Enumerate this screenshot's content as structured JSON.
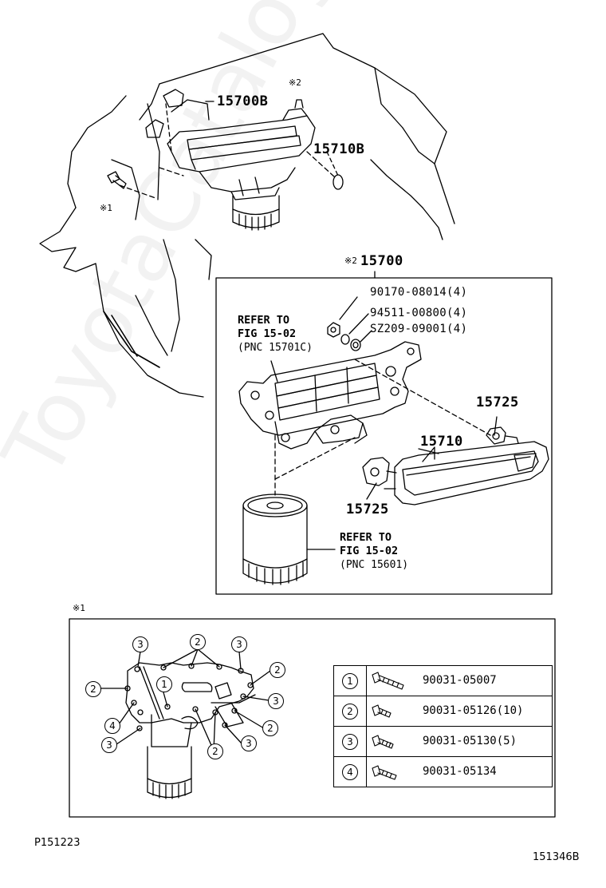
{
  "watermark": "ToyotaCatalogue.ru",
  "top_view": {
    "labels": {
      "p15700B": "15700B",
      "p15710B": "15710B",
      "mark_x1": "※1",
      "mark_x2": "※2"
    }
  },
  "exploded_view": {
    "assembly_label": "15700",
    "assembly_mark": "※2",
    "parts": {
      "nut": "90170-08014(4)",
      "washer": "94511-00800(4)",
      "ring": "SZ209-09001(4)",
      "gasket_upper": "15725",
      "gasket_lower": "15725",
      "cooler": "15710"
    },
    "ref_cooler": {
      "line1": "REFER TO",
      "line2": "FIG 15-02",
      "line3": "(PNC 15701C)"
    },
    "ref_filter": {
      "line1": "REFER TO",
      "line2": "FIG 15-02",
      "line3": "(PNC 15601)"
    }
  },
  "bolt_detail": {
    "mark": "※1",
    "callouts": [
      "1",
      "2",
      "3",
      "4"
    ],
    "table": [
      {
        "key": "1",
        "part": "90031-05007"
      },
      {
        "key": "2",
        "part": "90031-05126(10)"
      },
      {
        "key": "3",
        "part": "90031-05130(5)"
      },
      {
        "key": "4",
        "part": "90031-05134"
      }
    ]
  },
  "footer": {
    "left": "P151223",
    "right": "151346B"
  }
}
